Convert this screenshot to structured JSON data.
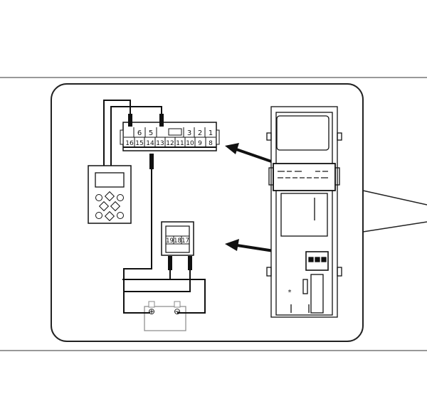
{
  "connector_a": {
    "top_row": [
      "6",
      "5",
      "",
      "3",
      "2",
      "1"
    ],
    "bottom_row": [
      "16",
      "15",
      "14",
      "13",
      "12",
      "11",
      "10",
      "9",
      "8"
    ]
  },
  "connector_b": {
    "pins": [
      "19",
      "18",
      "17"
    ]
  },
  "battery": {
    "positive_symbol": "⊕",
    "negative_symbol": "⊖"
  },
  "module": {
    "marker": "*"
  },
  "colors": {
    "line": "#111111",
    "panel_stroke": "#222222",
    "battery_stroke": "#777777"
  }
}
